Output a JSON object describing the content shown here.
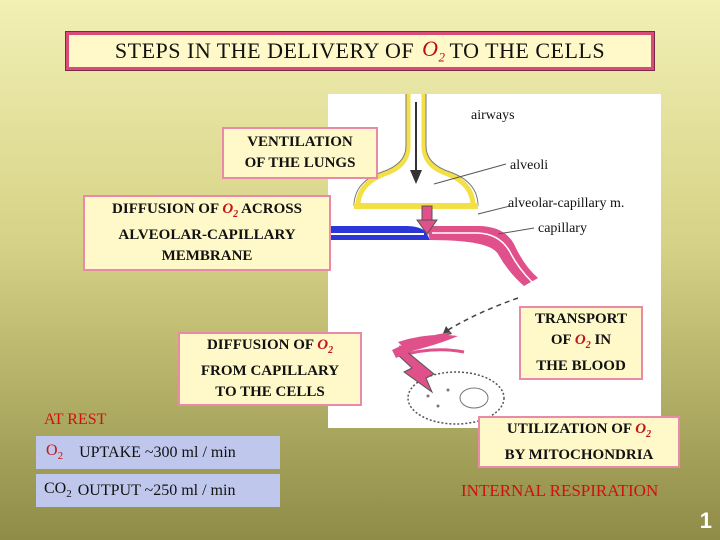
{
  "title": {
    "prefix": "STEPS IN THE DELIVERY OF",
    "o2": "O",
    "o2_sub": "2",
    "suffix": "TO THE CELLS"
  },
  "diagram_labels": {
    "airways": "airways",
    "alveoli": "alveoli",
    "alveolar_capillary": "alveolar-capillary m.",
    "capillary": "capillary"
  },
  "steps": {
    "ventilation": {
      "line1": "VENTILATION",
      "line2": "OF THE LUNGS"
    },
    "diffusion_membrane": {
      "l1_a": "DIFFUSION OF ",
      "l1_sub": "2",
      "l1_b": " ACROSS",
      "line2": "ALVEOLAR-CAPILLARY",
      "line3": "MEMBRANE"
    },
    "diffusion_cells": {
      "l1_a": "DIFFUSION OF ",
      "l1_sub": "2",
      "line2": "FROM CAPILLARY",
      "line3": "TO THE CELLS"
    },
    "transport": {
      "line1": "TRANSPORT",
      "l2_a": "OF ",
      "l2_sub": "2",
      "l2_b": "  IN",
      "line3": "THE BLOOD"
    },
    "utilization": {
      "l1_a": "UTILIZATION OF  ",
      "l1_sub": "2",
      "line2": "BY MITOCHONDRIA"
    }
  },
  "o_symbol": "O",
  "at_rest": "AT REST",
  "stats": {
    "uptake": {
      "gas": "O",
      "sub": "2",
      "text": "UPTAKE   ~300 ml / min"
    },
    "output": {
      "gas": "CO",
      "sub": "2",
      "text": "OUTPUT  ~250 ml / min"
    }
  },
  "internal_respiration": "INTERNAL RESPIRATION",
  "page_number": "1",
  "colors": {
    "accent_red": "#d01010",
    "box_border": "#e98aa8",
    "box_fill": "#fff8c8",
    "stat_fill": "#bfc8ec",
    "venous_blue": "#2a36d8",
    "arterial_pink": "#e0508a",
    "alveolus_yellow": "#f2e046"
  }
}
